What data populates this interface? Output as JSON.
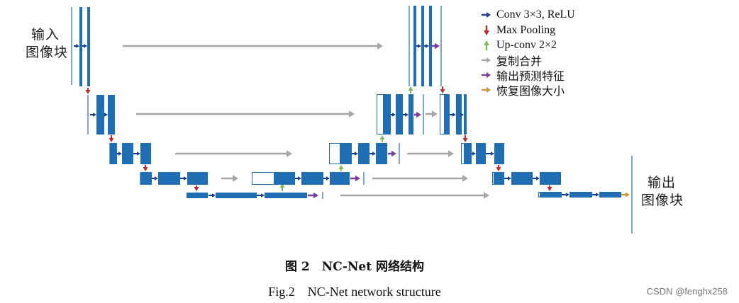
{
  "labels": {
    "input": [
      "输入",
      "图像块"
    ],
    "output": [
      "输出",
      "图像块"
    ]
  },
  "legend": [
    {
      "text": "Conv 3×3, ReLU",
      "arrow": "conv-arrow-icon"
    },
    {
      "text": "Max Pooling",
      "arrow": "maxpool-arrow-icon"
    },
    {
      "text": "Up-conv 2×2",
      "arrow": "upconv-arrow-icon"
    },
    {
      "text": "复制合并",
      "arrow": "copy-merge-arrow-icon"
    },
    {
      "text": "输出预测特征",
      "arrow": "output-feature-arrow-icon"
    },
    {
      "text": "恢复图像大小",
      "arrow": "restore-size-arrow-icon"
    }
  ],
  "colors": {
    "block": "#1f6db3",
    "conv": "#1a3a8a",
    "pool": "#c0282e",
    "up": "#7dbb5a",
    "copy": "#a6a6a6",
    "out": "#7b3fa0",
    "restore": "#c8963c"
  },
  "caption": {
    "chinese": "图 2　NC-Net 网络结构",
    "english": "Fig.2　NC-Net network structure"
  },
  "watermark": "CSDN @fenghx258"
}
